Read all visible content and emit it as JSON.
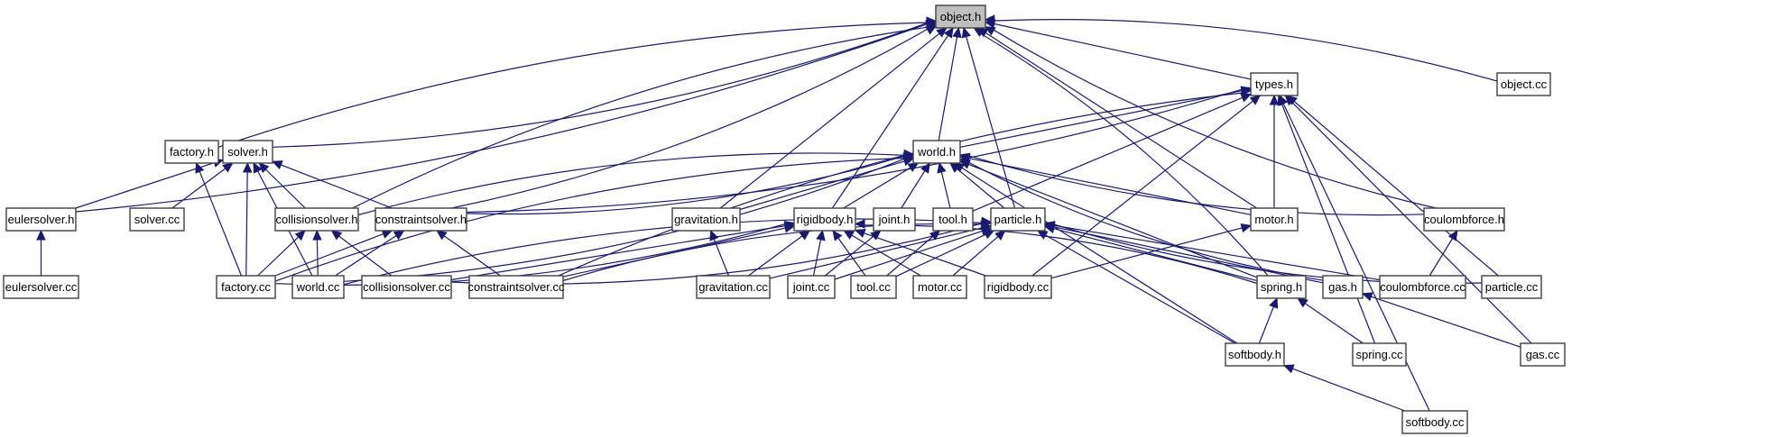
{
  "title": "object.h include dependency graph",
  "colors": {
    "edge": "#191970",
    "node_border": "#404040",
    "root_fill": "#bfbfbf",
    "node_fill": "#ffffff"
  },
  "root": "object.h",
  "nodes": [
    {
      "id": "object_h",
      "label": "object.h",
      "root": true
    },
    {
      "id": "types_h",
      "label": "types.h"
    },
    {
      "id": "object_cc",
      "label": "object.cc"
    },
    {
      "id": "factory_h",
      "label": "factory.h"
    },
    {
      "id": "solver_h",
      "label": "solver.h"
    },
    {
      "id": "world_h",
      "label": "world.h"
    },
    {
      "id": "eulersolver_h",
      "label": "eulersolver.h"
    },
    {
      "id": "solver_cc",
      "label": "solver.cc"
    },
    {
      "id": "collisionsolver_h",
      "label": "collisionsolver.h"
    },
    {
      "id": "constraintsolver_h",
      "label": "constraintsolver.h"
    },
    {
      "id": "gravitation_h",
      "label": "gravitation.h"
    },
    {
      "id": "rigidbody_h",
      "label": "rigidbody.h"
    },
    {
      "id": "joint_h",
      "label": "joint.h"
    },
    {
      "id": "tool_h",
      "label": "tool.h"
    },
    {
      "id": "particle_h",
      "label": "particle.h"
    },
    {
      "id": "motor_h",
      "label": "motor.h"
    },
    {
      "id": "coulombforce_h",
      "label": "coulombforce.h"
    },
    {
      "id": "eulersolver_cc",
      "label": "eulersolver.cc"
    },
    {
      "id": "factory_cc",
      "label": "factory.cc"
    },
    {
      "id": "world_cc",
      "label": "world.cc"
    },
    {
      "id": "collisionsolver_cc",
      "label": "collisionsolver.cc"
    },
    {
      "id": "constraintsolver_cc",
      "label": "constraintsolver.cc"
    },
    {
      "id": "gravitation_cc",
      "label": "gravitation.cc"
    },
    {
      "id": "joint_cc",
      "label": "joint.cc"
    },
    {
      "id": "tool_cc",
      "label": "tool.cc"
    },
    {
      "id": "motor_cc",
      "label": "motor.cc"
    },
    {
      "id": "rigidbody_cc",
      "label": "rigidbody.cc"
    },
    {
      "id": "spring_h",
      "label": "spring.h"
    },
    {
      "id": "gas_h",
      "label": "gas.h"
    },
    {
      "id": "coulombforce_cc",
      "label": "coulombforce.cc"
    },
    {
      "id": "particle_cc",
      "label": "particle.cc"
    },
    {
      "id": "softbody_h",
      "label": "softbody.h"
    },
    {
      "id": "spring_cc",
      "label": "spring.cc"
    },
    {
      "id": "gas_cc",
      "label": "gas.cc"
    },
    {
      "id": "softbody_cc",
      "label": "softbody.cc"
    }
  ],
  "edges": [
    {
      "from": "types_h",
      "to": "object_h"
    },
    {
      "from": "object_cc",
      "to": "object_h"
    },
    {
      "from": "factory_h",
      "to": "object_h"
    },
    {
      "from": "solver_h",
      "to": "object_h"
    },
    {
      "from": "world_h",
      "to": "object_h"
    },
    {
      "from": "eulersolver_h",
      "to": "object_h"
    },
    {
      "from": "collisionsolver_h",
      "to": "object_h"
    },
    {
      "from": "constraintsolver_h",
      "to": "object_h"
    },
    {
      "from": "gravitation_h",
      "to": "object_h"
    },
    {
      "from": "rigidbody_h",
      "to": "object_h"
    },
    {
      "from": "particle_h",
      "to": "object_h"
    },
    {
      "from": "motor_h",
      "to": "object_h"
    },
    {
      "from": "coulombforce_h",
      "to": "object_h"
    },
    {
      "from": "spring_h",
      "to": "object_h"
    },
    {
      "from": "world_h",
      "to": "types_h"
    },
    {
      "from": "constraintsolver_h",
      "to": "types_h"
    },
    {
      "from": "constraintsolver_cc",
      "to": "types_h"
    },
    {
      "from": "tool_h",
      "to": "types_h"
    },
    {
      "from": "motor_h",
      "to": "types_h"
    },
    {
      "from": "rigidbody_cc",
      "to": "types_h"
    },
    {
      "from": "particle_cc",
      "to": "types_h"
    },
    {
      "from": "spring_cc",
      "to": "types_h"
    },
    {
      "from": "gas_cc",
      "to": "types_h"
    },
    {
      "from": "softbody_cc",
      "to": "types_h"
    },
    {
      "from": "factory_cc",
      "to": "factory_h"
    },
    {
      "from": "eulersolver_h",
      "to": "solver_h"
    },
    {
      "from": "solver_cc",
      "to": "solver_h"
    },
    {
      "from": "factory_cc",
      "to": "solver_h"
    },
    {
      "from": "world_cc",
      "to": "solver_h"
    },
    {
      "from": "collisionsolver_h",
      "to": "solver_h"
    },
    {
      "from": "constraintsolver_h",
      "to": "solver_h"
    },
    {
      "from": "eulersolver_cc",
      "to": "eulersolver_h"
    },
    {
      "from": "collisionsolver_h",
      "to": "world_h"
    },
    {
      "from": "constraintsolver_h",
      "to": "world_h"
    },
    {
      "from": "factory_cc",
      "to": "world_h"
    },
    {
      "from": "world_cc",
      "to": "world_h"
    },
    {
      "from": "gravitation_h",
      "to": "world_h"
    },
    {
      "from": "rigidbody_h",
      "to": "world_h"
    },
    {
      "from": "joint_h",
      "to": "world_h"
    },
    {
      "from": "tool_h",
      "to": "world_h"
    },
    {
      "from": "particle_h",
      "to": "world_h"
    },
    {
      "from": "motor_h",
      "to": "world_h"
    },
    {
      "from": "coulombforce_h",
      "to": "world_h"
    },
    {
      "from": "spring_h",
      "to": "world_h"
    },
    {
      "from": "gas_h",
      "to": "world_h"
    },
    {
      "from": "softbody_h",
      "to": "world_h"
    },
    {
      "from": "factory_cc",
      "to": "collisionsolver_h"
    },
    {
      "from": "world_cc",
      "to": "collisionsolver_h"
    },
    {
      "from": "collisionsolver_cc",
      "to": "collisionsolver_h"
    },
    {
      "from": "factory_cc",
      "to": "constraintsolver_h"
    },
    {
      "from": "world_cc",
      "to": "constraintsolver_h"
    },
    {
      "from": "constraintsolver_cc",
      "to": "constraintsolver_h"
    },
    {
      "from": "gravitation_cc",
      "to": "gravitation_h"
    },
    {
      "from": "factory_cc",
      "to": "rigidbody_h"
    },
    {
      "from": "collisionsolver_cc",
      "to": "rigidbody_h"
    },
    {
      "from": "constraintsolver_cc",
      "to": "rigidbody_h"
    },
    {
      "from": "gravitation_cc",
      "to": "rigidbody_h"
    },
    {
      "from": "joint_cc",
      "to": "rigidbody_h"
    },
    {
      "from": "tool_cc",
      "to": "rigidbody_h"
    },
    {
      "from": "motor_cc",
      "to": "rigidbody_h"
    },
    {
      "from": "rigidbody_cc",
      "to": "rigidbody_h"
    },
    {
      "from": "spring_h",
      "to": "rigidbody_h"
    },
    {
      "from": "joint_cc",
      "to": "joint_h"
    },
    {
      "from": "tool_cc",
      "to": "tool_h"
    },
    {
      "from": "world_cc",
      "to": "particle_h"
    },
    {
      "from": "collisionsolver_cc",
      "to": "particle_h"
    },
    {
      "from": "constraintsolver_cc",
      "to": "particle_h"
    },
    {
      "from": "gravitation_cc",
      "to": "particle_h"
    },
    {
      "from": "joint_cc",
      "to": "particle_h"
    },
    {
      "from": "tool_cc",
      "to": "particle_h"
    },
    {
      "from": "motor_cc",
      "to": "particle_h"
    },
    {
      "from": "spring_h",
      "to": "particle_h"
    },
    {
      "from": "gas_h",
      "to": "particle_h"
    },
    {
      "from": "coulombforce_cc",
      "to": "particle_h"
    },
    {
      "from": "particle_cc",
      "to": "particle_h"
    },
    {
      "from": "softbody_h",
      "to": "particle_h"
    },
    {
      "from": "rigidbody_cc",
      "to": "motor_h"
    },
    {
      "from": "coulombforce_cc",
      "to": "coulombforce_h"
    },
    {
      "from": "softbody_h",
      "to": "spring_h"
    },
    {
      "from": "spring_cc",
      "to": "spring_h"
    },
    {
      "from": "gas_cc",
      "to": "gas_h"
    },
    {
      "from": "softbody_cc",
      "to": "softbody_h"
    }
  ]
}
